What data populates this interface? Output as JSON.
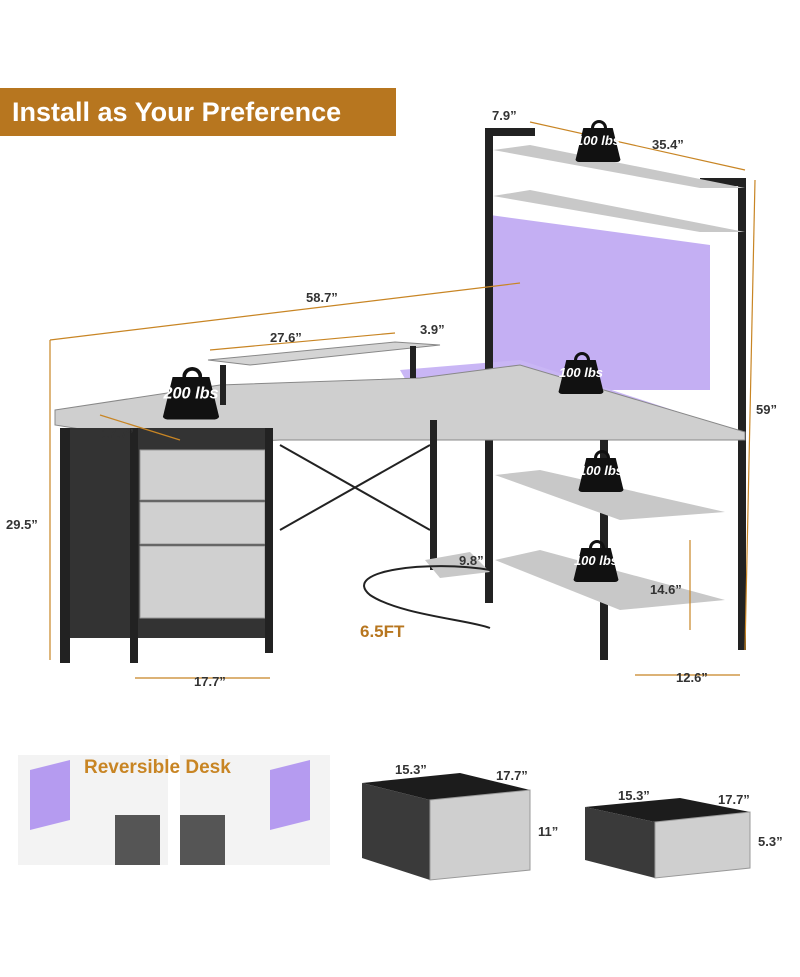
{
  "banner": {
    "title": "Install as Your Preference"
  },
  "dimensions": {
    "hutch_depth": "7.9”",
    "hutch_width": "35.4”",
    "desk_length": "58.7”",
    "riser_length": "27.6”",
    "riser_height": "3.9”",
    "desk_depth": "17.7”",
    "desk_height": "29.5”",
    "total_height": "59”",
    "footrest": "9.8”",
    "shelf_gap": "14.6”",
    "cabinet_width": "17.7”",
    "side_depth": "12.6”"
  },
  "weights": {
    "hutch": "100 lbs",
    "desk": "200 lbs",
    "corner": "100 lbs",
    "shelf_upper": "100 lbs",
    "shelf_lower": "100 lbs"
  },
  "cord": {
    "length": "6.5FT"
  },
  "reversible": {
    "label": "Reversible Desk"
  },
  "drawers": {
    "large": {
      "width": "15.3”",
      "depth": "17.7”",
      "height": "11”"
    },
    "small": {
      "width": "15.3”",
      "depth": "17.7”",
      "height": "5.3”"
    }
  }
}
